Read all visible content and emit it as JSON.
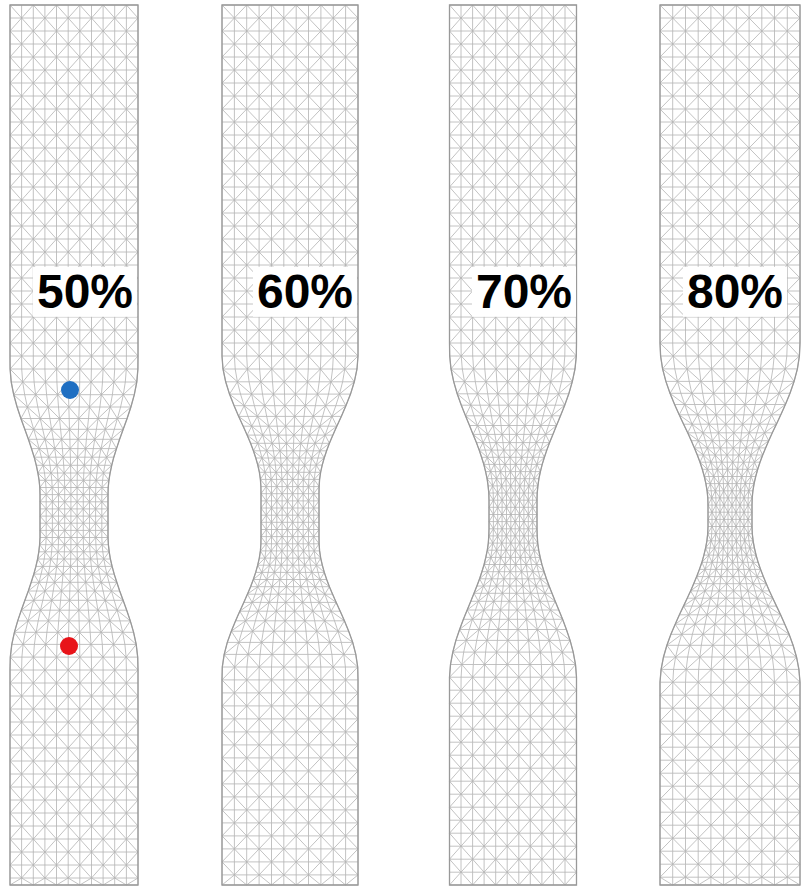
{
  "diagram": {
    "labels": [
      "50%",
      "60%",
      "70%",
      "80%"
    ]
  }
}
